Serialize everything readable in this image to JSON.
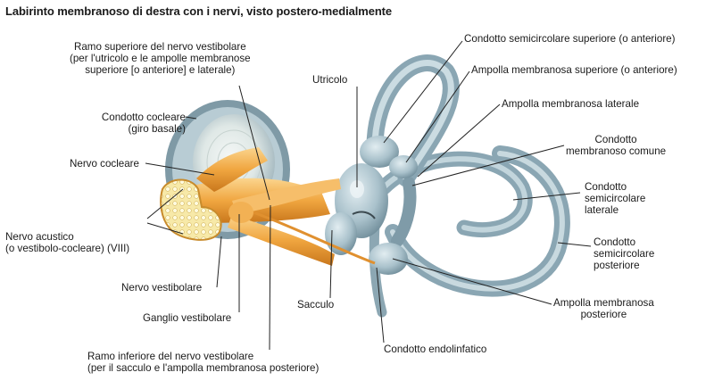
{
  "title": "Labirinto membranoso di destra con i nervi, visto postero-medialmente",
  "labels": {
    "ramo_superiore": [
      "Ramo superiore del nervo vestibolare",
      "(per l'utricolo e le ampolle membranose",
      "superiore [o anteriore] e laterale)"
    ],
    "condotto_cocleare": [
      "Condotto cocleare",
      "(giro basale)"
    ],
    "nervo_cocleare": [
      "Nervo cocleare"
    ],
    "nervo_acustico": [
      "Nervo acustico",
      "(o vestibolo-cocleare) (VIII)"
    ],
    "nervo_vestibolare": [
      "Nervo vestibolare"
    ],
    "ganglio_vestibolare": [
      "Ganglio vestibolare"
    ],
    "ramo_inferiore": [
      "Ramo inferiore del nervo vestibolare",
      "(per il sacculo e l'ampolla membranosa posteriore)"
    ],
    "utricolo": [
      "Utricolo"
    ],
    "sacculo": [
      "Sacculo"
    ],
    "condotto_endolinfatico": [
      "Condotto endolinfatico"
    ],
    "cond_semicirc_superiore": [
      "Condotto semicircolare superiore (o anteriore)"
    ],
    "ampolla_superiore": [
      "Ampolla membranosa superiore (o anteriore)"
    ],
    "ampolla_laterale": [
      "Ampolla membranosa laterale"
    ],
    "cond_membranoso_comune": [
      "Condotto",
      "membranoso comune"
    ],
    "cond_semicirc_laterale": [
      "Condotto",
      "semicircolare",
      "laterale"
    ],
    "cond_semicirc_posteriore": [
      "Condotto",
      "semicircolare",
      "posteriore"
    ],
    "ampolla_posteriore": [
      "Ampolla membranosa",
      "posteriore"
    ]
  },
  "colors": {
    "membrane": "#9fb8c4",
    "membrane_dark": "#6f8c99",
    "membrane_light": "#d6e4ea",
    "nerve": "#f0a640",
    "nerve_dark": "#c9771c",
    "nerve_light": "#fbd58e",
    "leader": "#222222"
  }
}
